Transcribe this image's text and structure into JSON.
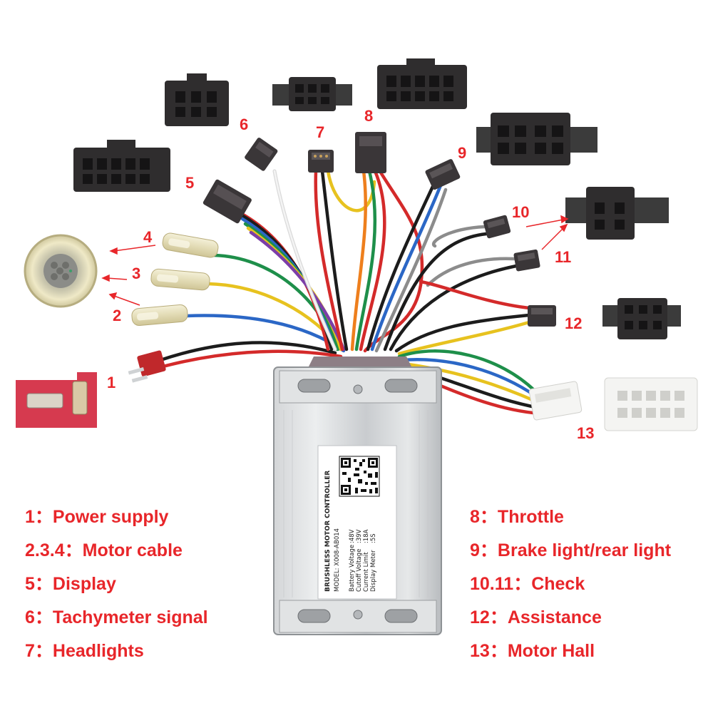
{
  "connectors": [
    {
      "id": "1",
      "num": "1"
    },
    {
      "id": "2",
      "num": "2"
    },
    {
      "id": "3",
      "num": "3"
    },
    {
      "id": "4",
      "num": "4"
    },
    {
      "id": "5",
      "num": "5"
    },
    {
      "id": "6",
      "num": "6"
    },
    {
      "id": "7",
      "num": "7"
    },
    {
      "id": "8",
      "num": "8"
    },
    {
      "id": "9",
      "num": "9"
    },
    {
      "id": "10",
      "num": "10"
    },
    {
      "id": "11",
      "num": "11"
    },
    {
      "id": "12",
      "num": "12"
    },
    {
      "id": "13",
      "num": "13"
    }
  ],
  "controller_label": {
    "title": "BRUSHLESS MOTOR CONTROLLER",
    "model": "MODEL: X008-AB014",
    "specs": [
      {
        "name": "Battery Voltage",
        "value": ":48V"
      },
      {
        "name": "Cutoff Voltage",
        "value": ":39V"
      },
      {
        "name": "Current Limit",
        "value": ":18A"
      },
      {
        "name": "Display Meter",
        "value": ":5S"
      }
    ]
  },
  "legend": {
    "left": [
      {
        "key": "1",
        "text": "Power supply"
      },
      {
        "key": "2.3.4",
        "text": "Motor cable"
      },
      {
        "key": "5",
        "text": "Display"
      },
      {
        "key": "6",
        "text": "Tachymeter signal"
      },
      {
        "key": "7",
        "text": "Headlights"
      }
    ],
    "right": [
      {
        "key": "8",
        "text": "Throttle"
      },
      {
        "key": "9",
        "text": "Brake light/rear light"
      },
      {
        "key": "10.11",
        "text": "Check"
      },
      {
        "key": "12",
        "text": "Assistance"
      },
      {
        "key": "13",
        "text": "Motor Hall"
      }
    ],
    "separator": "："
  },
  "colors": {
    "label_red": "#e8262a",
    "wire_red": "#d42a2a",
    "wire_black": "#1c1c1c",
    "wire_blue": "#2b67c6",
    "wire_yellow": "#e7c21f",
    "wire_green": "#1e8f4a",
    "wire_orange": "#ee7f1d",
    "wire_gray": "#8c8c8c",
    "wire_white": "#e8e8e8",
    "wire_purple": "#7b3ea8"
  }
}
